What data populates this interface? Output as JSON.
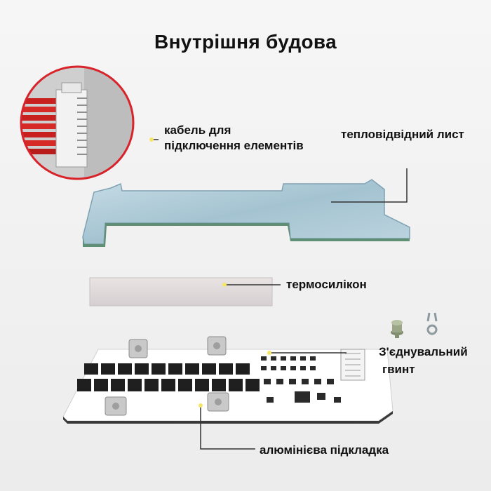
{
  "title": "Внутрішня будова",
  "labels": {
    "cable_line1": "кабель для",
    "cable_line2": "підключення елементів",
    "heat_sheet": "тепловідвідний лист",
    "thermo": "термосилікон",
    "screw_line1": "З'єднувальний",
    "screw_line2": "гвинт",
    "aluminum": "алюмінієва підкладка"
  },
  "colors": {
    "accent_dot": "#f5e663",
    "zoom_ring": "#d8232a",
    "sheet": "#a9c9d6",
    "pcb": "#ffffff",
    "components": "#1f1f1f"
  },
  "icons": [
    "screw-terminal-icon",
    "ring-lug-icon"
  ]
}
